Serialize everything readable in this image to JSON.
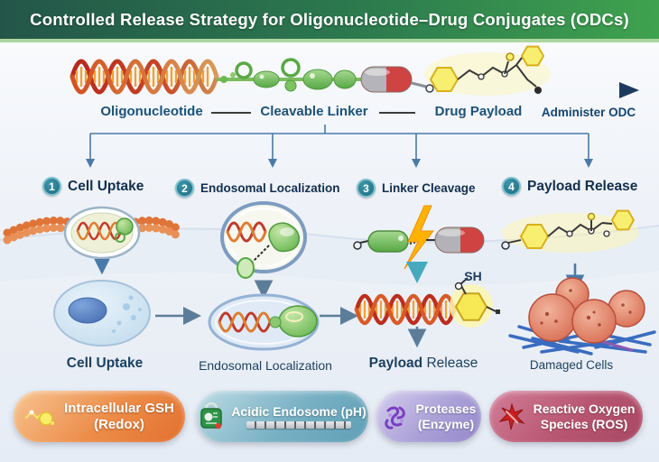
{
  "header": {
    "title": "Controlled Release Strategy for Oligonucleotide–Drug Conjugates (ODCs)"
  },
  "structure_row": {
    "oligo_label": "Oligonucleotide",
    "linker_label": "Cleavable Linker",
    "payload_label": "Drug Payload",
    "administer_label": "Administer ODC"
  },
  "steps": [
    {
      "num": "1",
      "label": "Cell Uptake"
    },
    {
      "num": "2",
      "label": "Endosomal Localization"
    },
    {
      "num": "3",
      "label": "Linker Cleavage"
    },
    {
      "num": "4",
      "label": "Payload Release"
    }
  ],
  "captions": {
    "cell_uptake": "Cell Uptake",
    "endosomal": "Endosomal Localization",
    "payload_bold": "Payload",
    "payload_rest": " Release",
    "damaged": "Damaged Cells"
  },
  "annotations": {
    "thiol": "SH"
  },
  "badges": [
    {
      "icon": "gsh-molecule-icon",
      "line1": "Intracellular GSH",
      "line2": "(Redox)"
    },
    {
      "icon": "ph-meter-icon",
      "line1": "Acidic Endosome (pH)",
      "line2": ""
    },
    {
      "icon": "protease-enzyme-icon",
      "line1": "Proteases",
      "line2": "(Enzyme)"
    },
    {
      "icon": "ros-burst-icon",
      "line1": "Reactive Oxygen",
      "line2": "Species (ROS)"
    }
  ],
  "colors": {
    "header_gradient_start": "#235649",
    "header_gradient_end": "#3fa24f",
    "step_circle_teal": "#257d92",
    "label_blue": "#1e5276",
    "arrow_steel": "#4a7aa8",
    "arrow_teal": "#46a9bd",
    "badge_gsh_orange": "#e8743a",
    "badge_ph_blue": "#5f9fb5",
    "badge_enzyme_purple": "#9488cb",
    "badge_ros_red": "#a84763"
  }
}
